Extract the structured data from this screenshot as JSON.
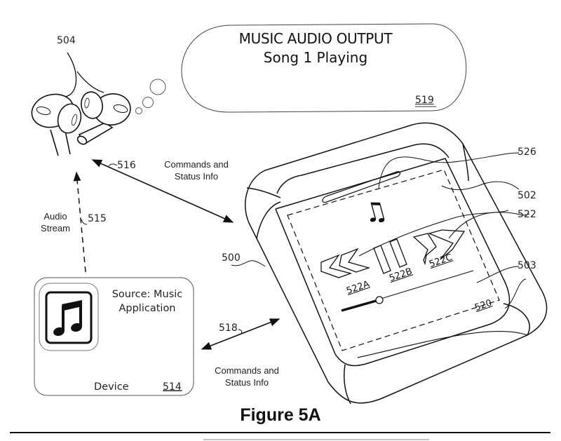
{
  "figure": {
    "caption": "Figure 5A"
  },
  "bubble": {
    "title": "MUSIC AUDIO OUTPUT",
    "subtitle": "Song 1 Playing",
    "ref": "519"
  },
  "earbuds": {
    "ref": "504"
  },
  "audio_stream": {
    "label_line1": "Audio",
    "label_line2": "Stream",
    "ref": "515"
  },
  "link_516": {
    "ref": "516",
    "label_line1": "Commands and",
    "label_line2": "Status Info"
  },
  "link_518": {
    "ref": "518",
    "label_line1": "Commands and",
    "label_line2": "Status Info"
  },
  "device": {
    "source_line1": "Source: Music",
    "source_line2": "Application",
    "label": "Device",
    "ref": "514",
    "icon": "music-note-icon"
  },
  "case": {
    "ref": "500",
    "lid_ref": "502",
    "display_ref": "503",
    "screen_ref": "520",
    "controls_ref": "522",
    "note_ref": "526",
    "controls": [
      {
        "ref": "522A",
        "icon": "rewind-icon"
      },
      {
        "ref": "522B",
        "icon": "pause-icon"
      },
      {
        "ref": "522C",
        "icon": "fast-forward-icon"
      }
    ],
    "playback_progress": 0.3
  }
}
